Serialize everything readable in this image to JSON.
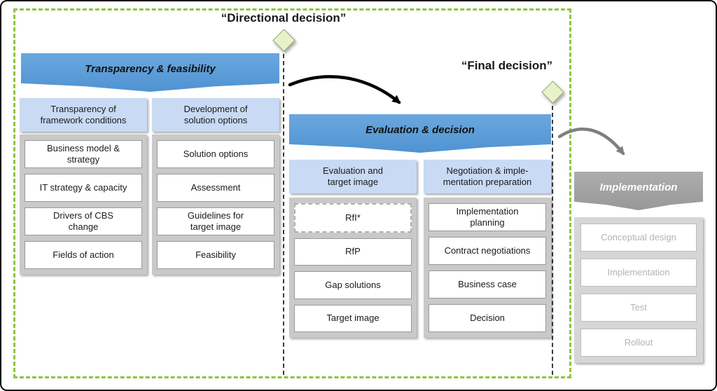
{
  "decisions": {
    "directional": {
      "label": "“Directional decision”"
    },
    "final": {
      "label": "“Final decision”"
    }
  },
  "phases": [
    {
      "banner": "Transparency & feasibility",
      "columns": [
        {
          "header": "Transparency of\nframework conditions",
          "items": [
            "Business model &\nstrategy",
            "IT strategy & capacity",
            "Drivers of CBS\nchange",
            "Fields of action"
          ]
        },
        {
          "header": "Development of\nsolution options",
          "items": [
            "Solution options",
            "Assessment",
            "Guidelines for\ntarget image",
            "Feasibility"
          ]
        }
      ]
    },
    {
      "banner": "Evaluation & decision",
      "columns": [
        {
          "header": "Evaluation and\ntarget image",
          "items": [
            "RfI*",
            "RfP",
            "Gap solutions",
            "Target image"
          ]
        },
        {
          "header": "Negotiation & imple-\nmentation preparation",
          "items": [
            "Implementation\nplanning",
            "Contract negotiations",
            "Business case",
            "Decision"
          ]
        }
      ]
    },
    {
      "banner": "Implementation",
      "items": [
        "Conceptual design",
        "Implementation",
        "Test",
        "Rollout"
      ]
    }
  ],
  "colors": {
    "phase_banner_blue": "#5b9bd5",
    "phase_banner_gray": "#a0a0a0",
    "column_header_blue": "#c8daf4",
    "panel_gray": "#c9c9c9",
    "panel_light_gray": "#d6d6d6",
    "scope_border_green": "#8dc63f",
    "decision_line_dark": "#3a3a3a",
    "milestone_diamond_fill": "#e7f2cb",
    "muted_text_gray": "#b3b3b3",
    "arrow_black": "#000000",
    "arrow_gray": "#7f7f7f"
  }
}
